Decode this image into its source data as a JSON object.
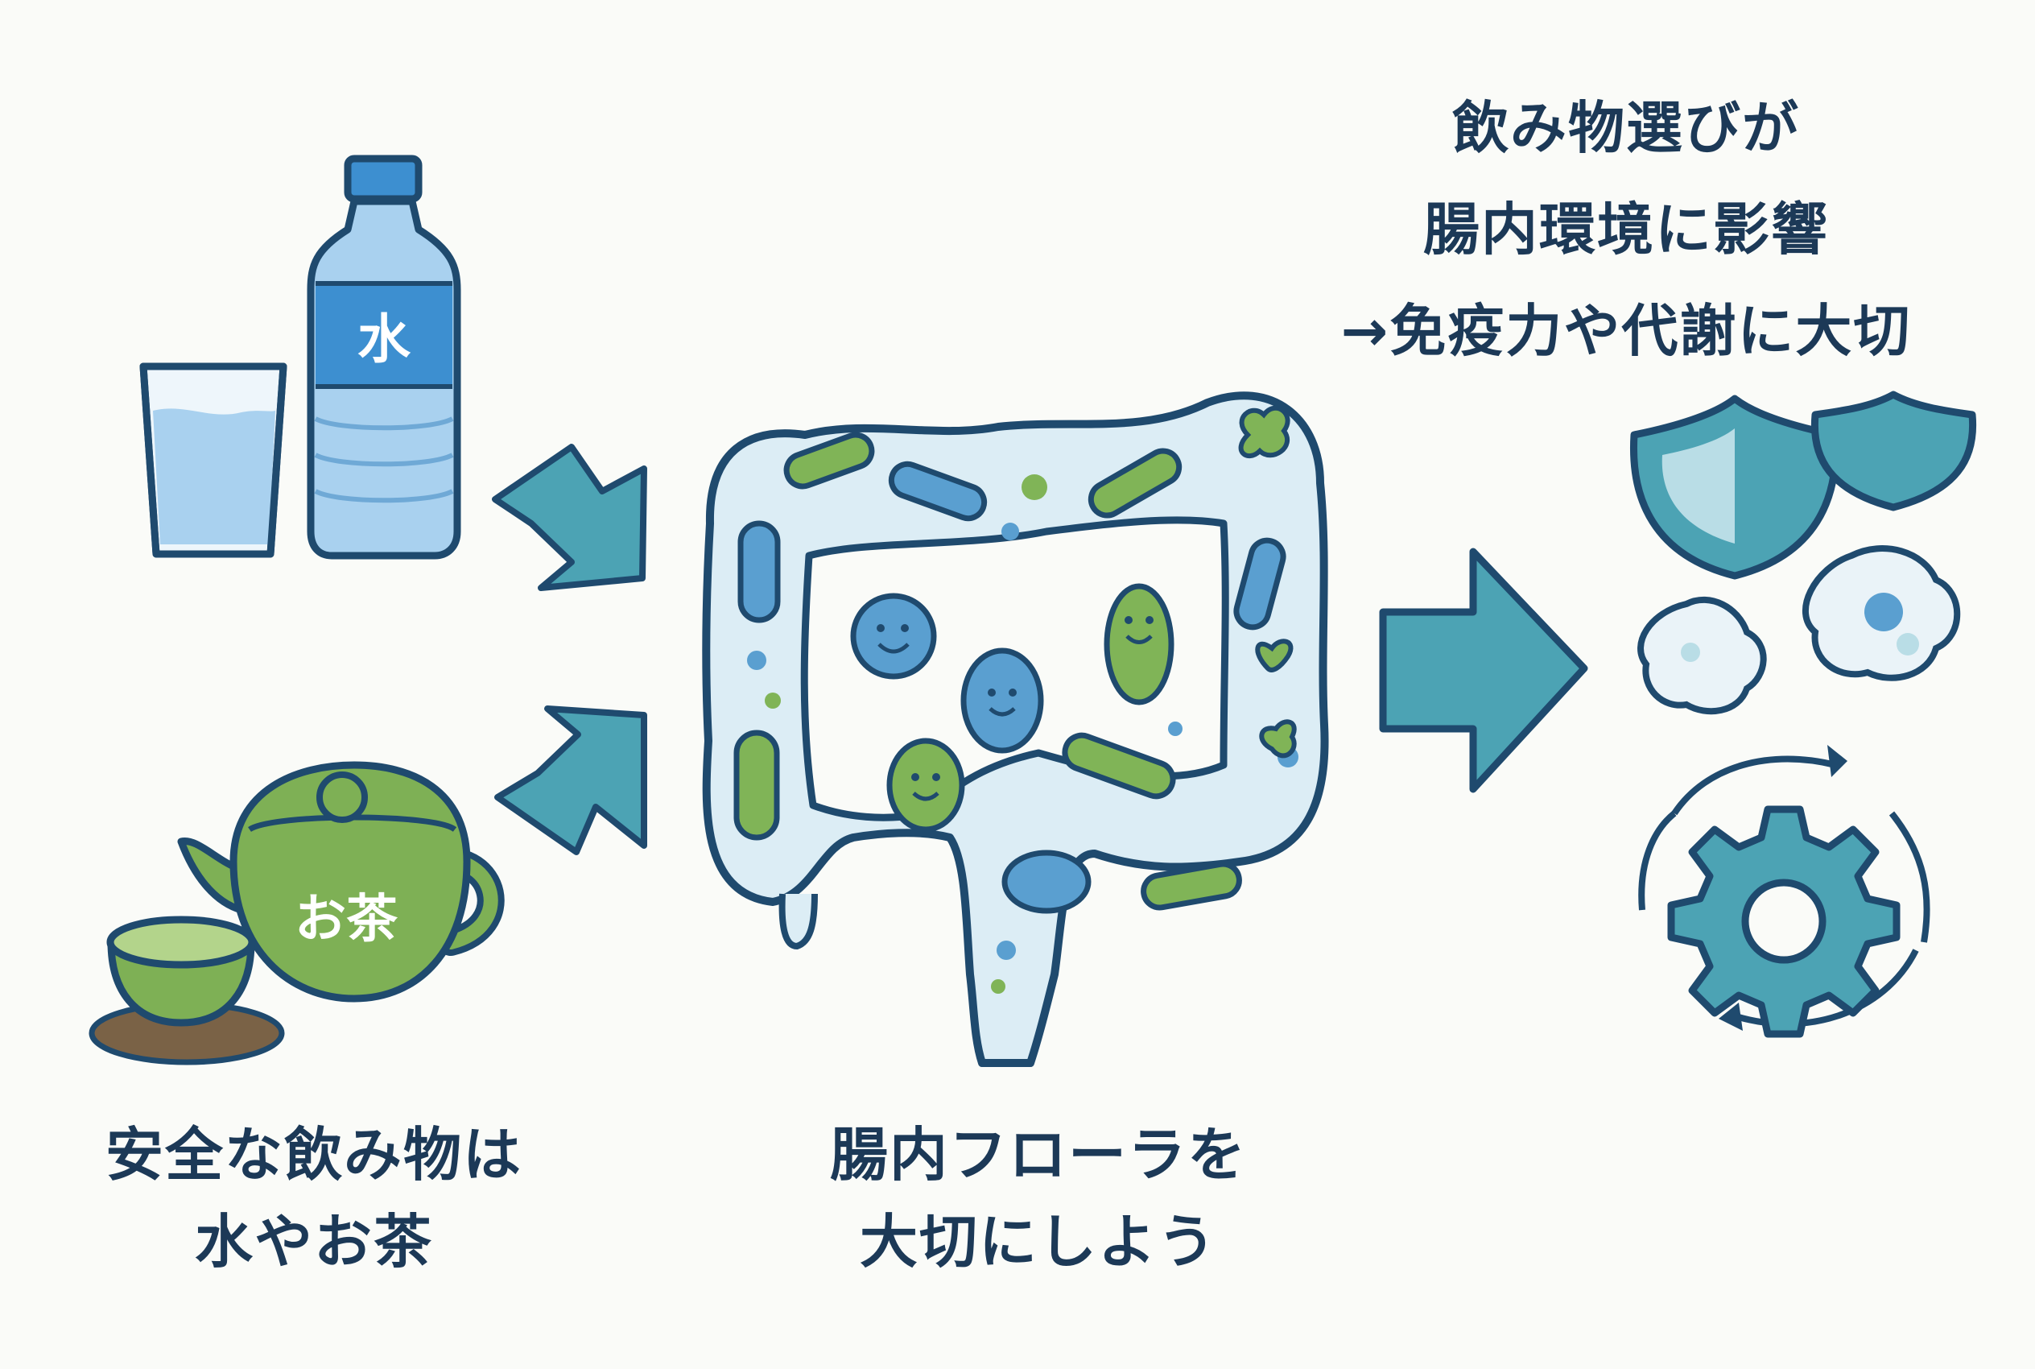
{
  "captions": {
    "safe_drinks": [
      "安全な飲み物は",
      "水やお茶"
    ],
    "gut_flora": [
      "腸内フローラを",
      "大切にしよう"
    ],
    "effect": [
      "飲み物選びが",
      "腸内環境に影響",
      "→免疫力や代謝に大切"
    ]
  },
  "labels": {
    "bottle": "水",
    "teapot": "お茶"
  },
  "icons": {
    "glass": "water-glass-icon",
    "bottle": "water-bottle-icon",
    "teapot": "teapot-icon",
    "teacup": "teacup-icon",
    "intestine": "intestine-icon",
    "shield": "shield-icon",
    "immune_cell": "immune-cell-icon",
    "gear": "gear-icon",
    "cycle": "cycle-arrows-icon"
  },
  "colors": {
    "outline": "#1f4a6e",
    "text": "#1c3957",
    "water_blue": "#a9d1ef",
    "water_deep": "#3d8fd0",
    "tea_green": "#7eb055",
    "teal_arrow": "#4ca3b4",
    "bacteria_green": "#80b457",
    "bacteria_blue": "#5a9fd0",
    "gut_fill": "#dcedf5"
  }
}
